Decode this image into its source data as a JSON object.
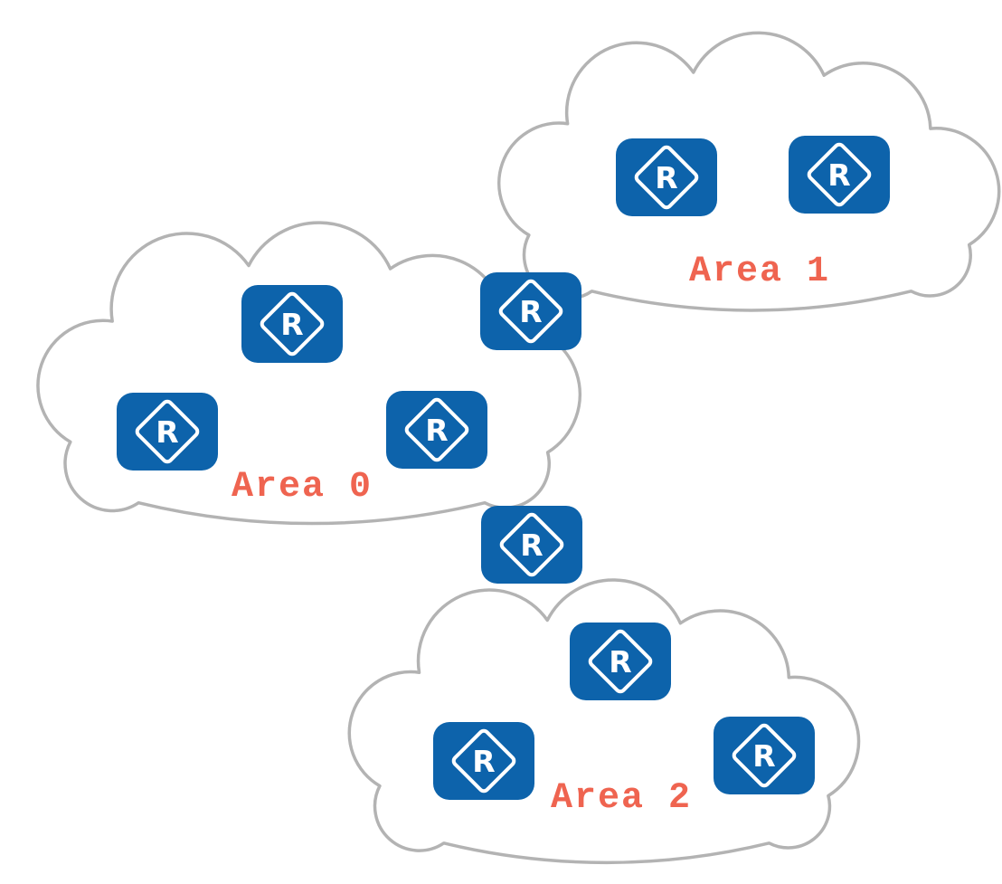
{
  "diagram": {
    "areas": [
      {
        "id": "area-0",
        "label": "Area 0",
        "router_count": 3
      },
      {
        "id": "area-1",
        "label": "Area 1",
        "router_count": 2
      },
      {
        "id": "area-2",
        "label": "Area 2",
        "router_count": 3
      }
    ],
    "border_router_count": 2,
    "router_glyph": "R",
    "colors": {
      "background": "#ffffff",
      "cloud_fill": "#ffffff",
      "cloud_stroke": "#b3b3b3",
      "router_fill": "#0d63ab",
      "router_glyph_color": "#ffffff",
      "area_label_color": "#ef6450"
    }
  }
}
